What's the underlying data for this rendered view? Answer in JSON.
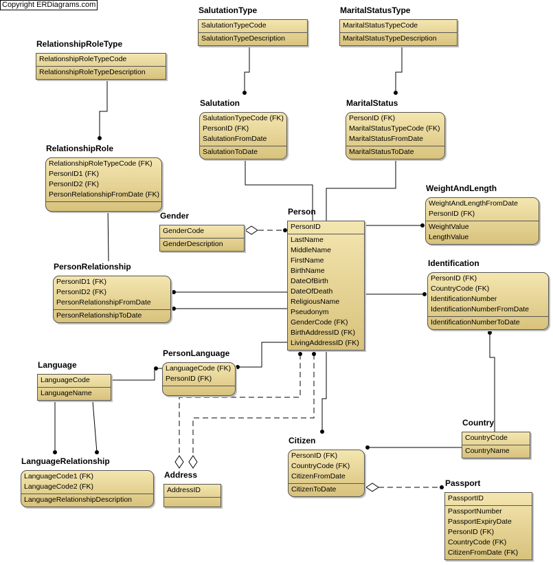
{
  "copyright": "Copyright ERDiagrams.com",
  "entities": {
    "salutation_type": {
      "name": "SalutationType",
      "keys": [
        "SalutationTypeCode"
      ],
      "attrs": [
        "SalutationTypeDescription"
      ]
    },
    "marital_status_type": {
      "name": "MaritalStatusType",
      "keys": [
        "MaritalStatusTypeCode"
      ],
      "attrs": [
        "MaritalStatusTypeDescription"
      ]
    },
    "relationship_role_type": {
      "name": "RelationshipRoleType",
      "keys": [
        "RelationshipRoleTypeCode"
      ],
      "attrs": [
        "RelationshipRoleTypeDescription"
      ]
    },
    "salutation": {
      "name": "Salutation",
      "keys": [
        "SalutationTypeCode (FK)",
        "PersonID (FK)",
        "SalutationFromDate"
      ],
      "attrs": [
        "SalutationToDate"
      ]
    },
    "marital_status": {
      "name": "MaritalStatus",
      "keys": [
        "PersonID (FK)",
        "MaritalStatusTypeCode (FK)",
        "MaritalStatusFromDate"
      ],
      "attrs": [
        "MaritalStatusToDate"
      ]
    },
    "relationship_role": {
      "name": "RelationshipRole",
      "keys": [
        "RelationshipRoleTypeCode (FK)",
        "PersonID1 (FK)",
        "PersonID2 (FK)",
        "PersonRelationshipFromDate (FK)"
      ],
      "attrs": []
    },
    "weight_and_length": {
      "name": "WeightAndLength",
      "keys": [
        "WeightAndLengthFromDate",
        "PersonID (FK)"
      ],
      "attrs": [
        "WeightValue",
        "LengthValue"
      ]
    },
    "gender": {
      "name": "Gender",
      "keys": [
        "GenderCode"
      ],
      "attrs": [
        "GenderDescription"
      ]
    },
    "person": {
      "name": "Person",
      "keys": [
        "PersonID"
      ],
      "attrs": [
        "LastName",
        "MiddleName",
        "FirstName",
        "BirthName",
        "DateOfBirth",
        "DateOfDeath",
        "ReligiousName",
        "Pseudonym",
        "GenderCode (FK)",
        "BirthAddressID (FK)",
        "LivingAddressID (FK)"
      ]
    },
    "person_relationship": {
      "name": "PersonRelationship",
      "keys": [
        "PersonID1 (FK)",
        "PersonID2 (FK)",
        "PersonRelationshipFromDate"
      ],
      "attrs": [
        "PersonRelationshipToDate"
      ]
    },
    "identification": {
      "name": "Identification",
      "keys": [
        "PersonID (FK)",
        "CountryCode (FK)",
        "IdentificationNumber",
        "IdentificationNumberFromDate"
      ],
      "attrs": [
        "IdentificationNumberToDate"
      ]
    },
    "person_language": {
      "name": "PersonLanguage",
      "keys": [
        "LanguageCode (FK)",
        "PersonID (FK)"
      ],
      "attrs": []
    },
    "language": {
      "name": "Language",
      "keys": [
        "LanguageCode"
      ],
      "attrs": [
        "LanguageName"
      ]
    },
    "country": {
      "name": "Country",
      "keys": [
        "CountryCode"
      ],
      "attrs": [
        "CountryName"
      ]
    },
    "citizen": {
      "name": "Citizen",
      "keys": [
        "PersonID (FK)",
        "CountryCode (FK)",
        "CitizenFromDate"
      ],
      "attrs": [
        "CitizenToDate"
      ]
    },
    "language_relationship": {
      "name": "LanguageRelationship",
      "keys": [
        "LanguageCode1 (FK)",
        "LanguageCode2 (FK)"
      ],
      "attrs": [
        "LanguageRelationshipDescription"
      ]
    },
    "address": {
      "name": "Address",
      "keys": [
        "AddressID"
      ],
      "attrs": []
    },
    "passport": {
      "name": "Passport",
      "keys": [
        "PassportID"
      ],
      "attrs": [
        "PassportNumber",
        "PassportExpiryDate",
        "PersonID (FK)",
        "CountryCode (FK)",
        "CitizenFromDate (FK)"
      ]
    }
  }
}
